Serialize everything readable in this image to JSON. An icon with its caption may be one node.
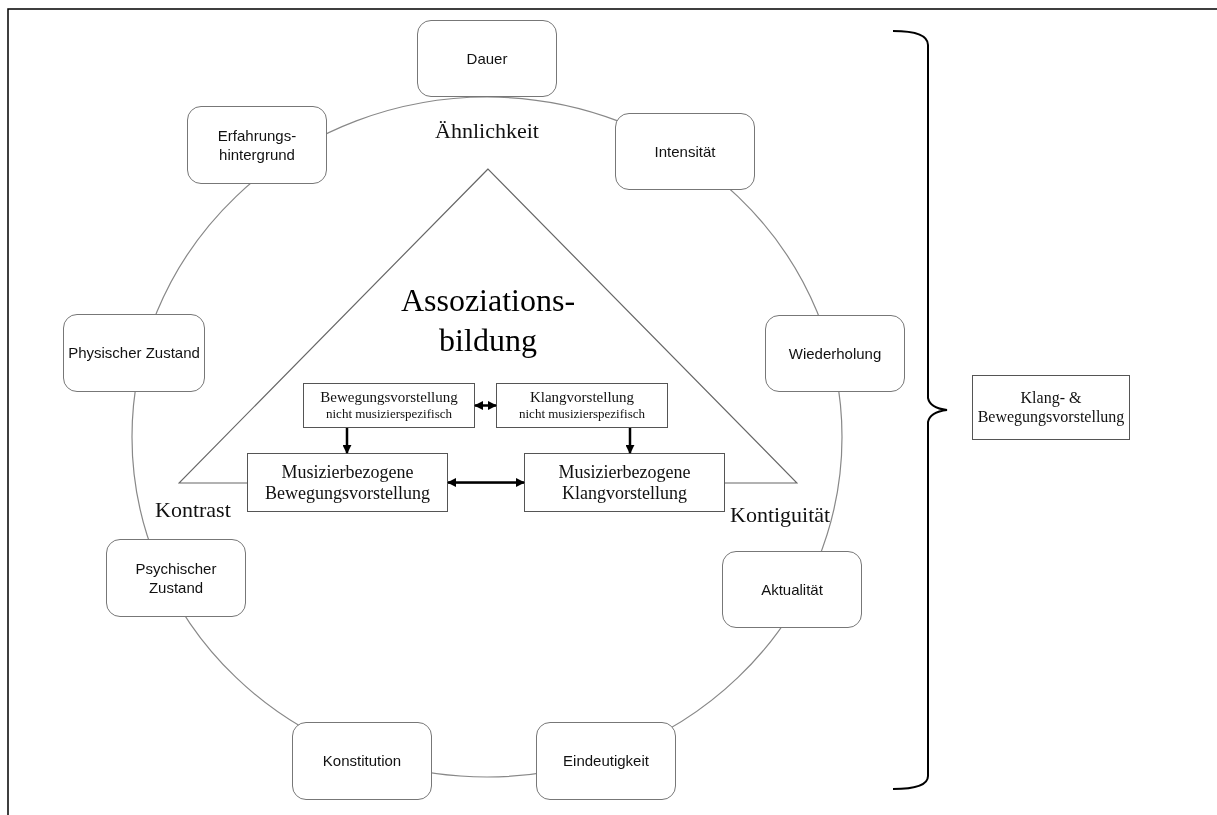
{
  "diagram": {
    "nodes": [
      {
        "text": [
          "Dauer"
        ]
      },
      {
        "text": [
          "Erfahrungs- hintergrund"
        ]
      },
      {
        "text": [
          "Intensität"
        ]
      },
      {
        "text": [
          "Assoziations- bildung"
        ]
      },
      {
        "text": [
          "Bewegungsvorstellung",
          "nicht musizierspezifisch"
        ],
        "in": 3
      },
      {
        "text": [
          "Klangvorstellung",
          "nicht musizierspezifisch"
        ],
        "in": 3
      },
      {
        "text": [
          "Musizierbezogene Bewegungsvorstellung"
        ]
      },
      {
        "text": [
          "Musizierbezogene Klangvorstellung"
        ]
      },
      {
        "text": [
          "Physischer Zustand"
        ]
      },
      {
        "text": [
          "Wiederholung"
        ]
      },
      {
        "text": [
          "Psychischer Zustand"
        ]
      },
      {
        "text": [
          "Aktualität"
        ]
      },
      {
        "text": [
          "Konstitution"
        ]
      },
      {
        "text": [
          "Eindeutigkeit"
        ]
      },
      {
        "text": [
          "Klang- & Bewegungsvorstellung"
        ]
      }
    ],
    "edges": [
      {
        "from": 4,
        "to": 5,
        "arrow": "both"
      },
      {
        "from": 4,
        "to": 6,
        "arrow": "to"
      },
      {
        "from": 5,
        "to": 7,
        "arrow": "to"
      },
      {
        "from": 6,
        "to": 7,
        "arrow": "both"
      }
    ],
    "labels": [
      "Ähnlichkeit",
      "Kontrast",
      "Kontiguität"
    ]
  }
}
